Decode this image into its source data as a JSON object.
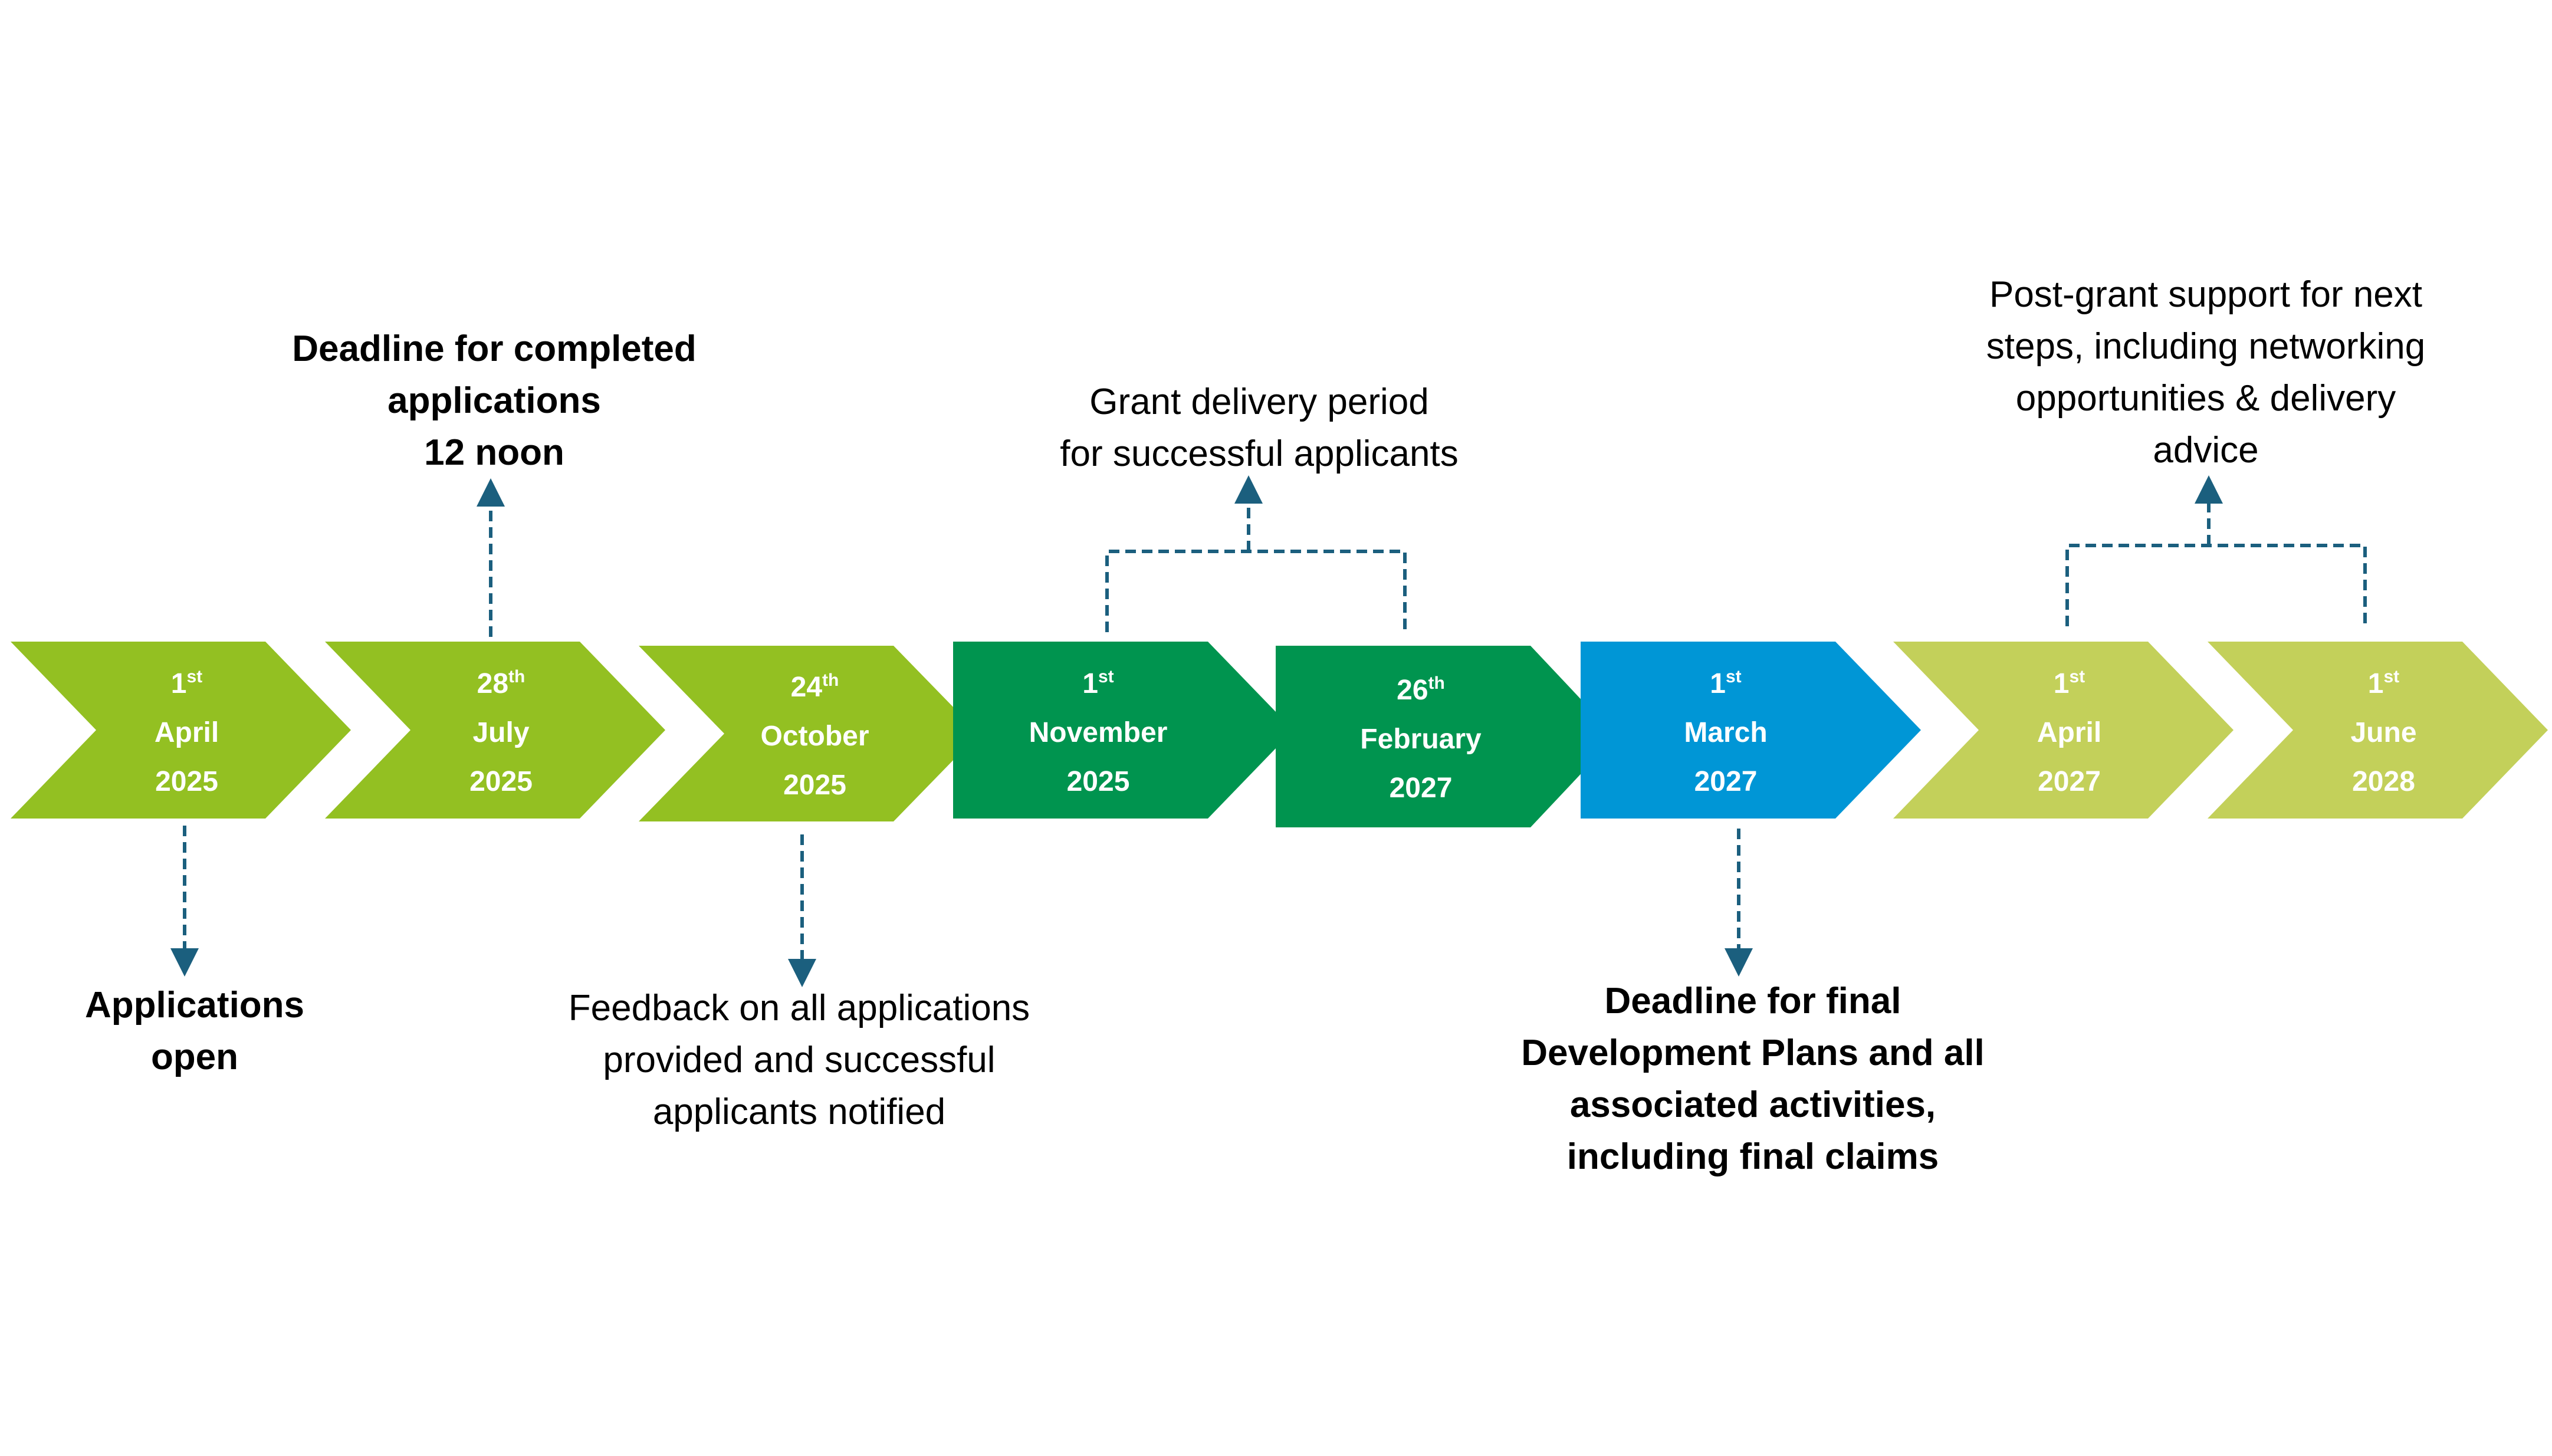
{
  "colors": {
    "lime": "#93c022",
    "green": "#00944f",
    "blue": "#0096d6",
    "pale": "#c3d05a",
    "connector": "#1b5f7e",
    "text": "#000000",
    "chevron_text": "#ffffff"
  },
  "milestones": [
    {
      "day": "1",
      "suffix": "st",
      "month": "April",
      "year": "2025",
      "color": "lime"
    },
    {
      "day": "28",
      "suffix": "th",
      "month": "July",
      "year": "2025",
      "color": "lime"
    },
    {
      "day": "24",
      "suffix": "th",
      "month": "October",
      "year": "2025",
      "color": "lime"
    },
    {
      "day": "1",
      "suffix": "st",
      "month": "November",
      "year": "2025",
      "color": "green"
    },
    {
      "day": "26",
      "suffix": "th",
      "month": "February",
      "year": "2027",
      "color": "green"
    },
    {
      "day": "1",
      "suffix": "st",
      "month": "March",
      "year": "2027",
      "color": "blue"
    },
    {
      "day": "1",
      "suffix": "st",
      "month": "April",
      "year": "2027",
      "color": "pale"
    },
    {
      "day": "1",
      "suffix": "st",
      "month": "June",
      "year": "2028",
      "color": "pale"
    }
  ],
  "annotations": [
    {
      "id": "applications-open",
      "bold": true,
      "lines": [
        "Applications",
        "open"
      ]
    },
    {
      "id": "deadline-completed-applications",
      "bold": true,
      "lines": [
        "Deadline for completed",
        "applications",
        "12 noon"
      ]
    },
    {
      "id": "feedback-notified",
      "bold": false,
      "lines": [
        "Feedback on all applications",
        "provided and successful",
        "applicants notified"
      ]
    },
    {
      "id": "grant-delivery-period",
      "bold": false,
      "lines": [
        "Grant delivery period",
        "for successful applicants"
      ]
    },
    {
      "id": "deadline-final-plans",
      "bold": true,
      "lines": [
        "Deadline for final",
        "Development Plans and all",
        "associated activities,",
        "including final claims"
      ]
    },
    {
      "id": "post-grant-support",
      "bold": false,
      "lines": [
        "Post-grant support for next",
        "steps, including networking",
        "opportunities & delivery",
        "advice"
      ]
    }
  ]
}
